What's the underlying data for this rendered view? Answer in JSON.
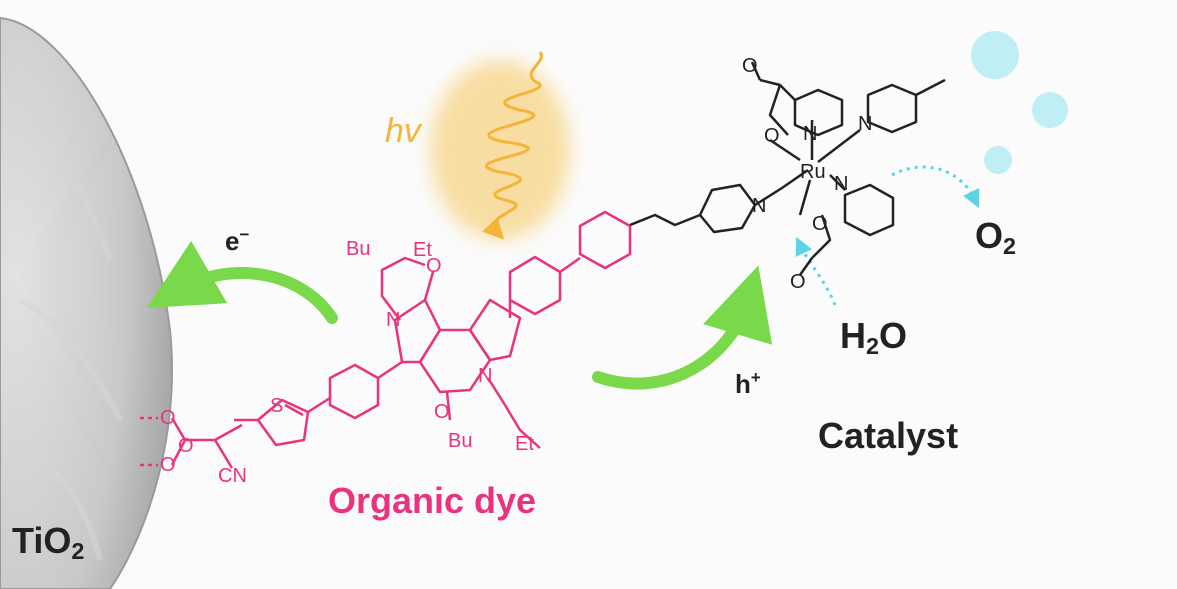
{
  "labels": {
    "tio2": "TiO",
    "tio2_sub": "2",
    "organic_dye": "Organic dye",
    "catalyst": "Catalyst",
    "h2o_h": "H",
    "h2o_sub": "2",
    "h2o_o": "O",
    "o2": "O",
    "o2_sub": "2",
    "electron": "e",
    "electron_sup": "−",
    "hole": "h",
    "hole_sup": "+",
    "photon": "hv"
  },
  "atoms": {
    "bu_top": "Bu",
    "et_top": "Et",
    "bu_bottom": "Bu",
    "et_bottom": "Et",
    "n_top": "N",
    "n_bottom": "N",
    "o_top": "O",
    "o_bottom": "O",
    "s": "S",
    "cn": "CN",
    "o_ester1": "O",
    "o_ester2": "O",
    "o_carbonyl": "O",
    "ru": "Ru",
    "n_ru1": "N",
    "n_ru2": "N",
    "n_ru3": "N",
    "n_pyr": "N",
    "o_ru1": "O",
    "o_ru2": "O",
    "o_ru_top": "O",
    "o_ru_bottom": "O"
  },
  "colors": {
    "dye": "#e9337f",
    "arrow_green": "#7ad94a",
    "photon": "#f4b43a",
    "oxygen_bubble": "#bfeef5",
    "dotted_arrow": "#5fd3e6",
    "tio2_sphere": "#c8c8c8",
    "text": "#222222"
  }
}
